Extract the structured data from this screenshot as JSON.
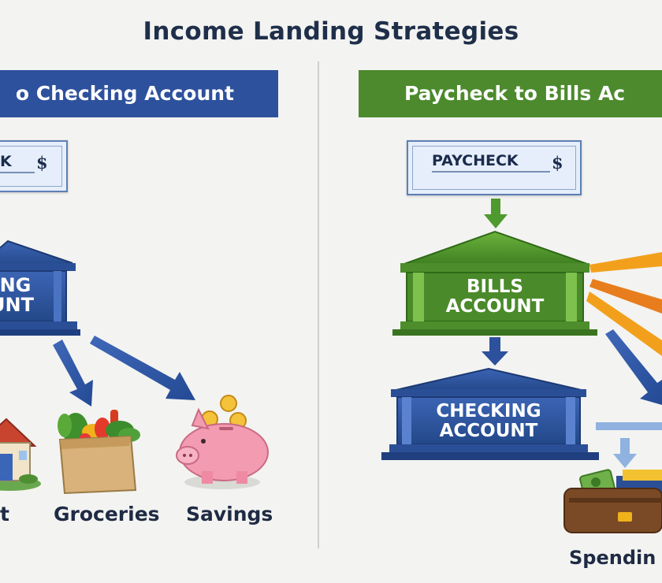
{
  "title": "Income Landing Strategies",
  "left": {
    "banner": "o Checking Account",
    "check_text": "K",
    "check_symbol": "$",
    "bank_label_line1": "ING",
    "bank_label_line2": "UNT",
    "destinations": [
      "t",
      "Groceries",
      "Savings"
    ]
  },
  "right": {
    "banner": "Paycheck to Bills Ac",
    "check_text": "PAYCHECK",
    "check_symbol": "$",
    "bills_label_line1": "BILLS",
    "bills_label_line2": "ACCOUNT",
    "checking_label_line1": "CHECKING",
    "checking_label_line2": "ACCOUNT",
    "destination": "Spendin"
  },
  "colors": {
    "blue": "#2d519c",
    "green": "#4c8a2d",
    "orange": "#f2a01c",
    "background": "#f3f3f1"
  }
}
